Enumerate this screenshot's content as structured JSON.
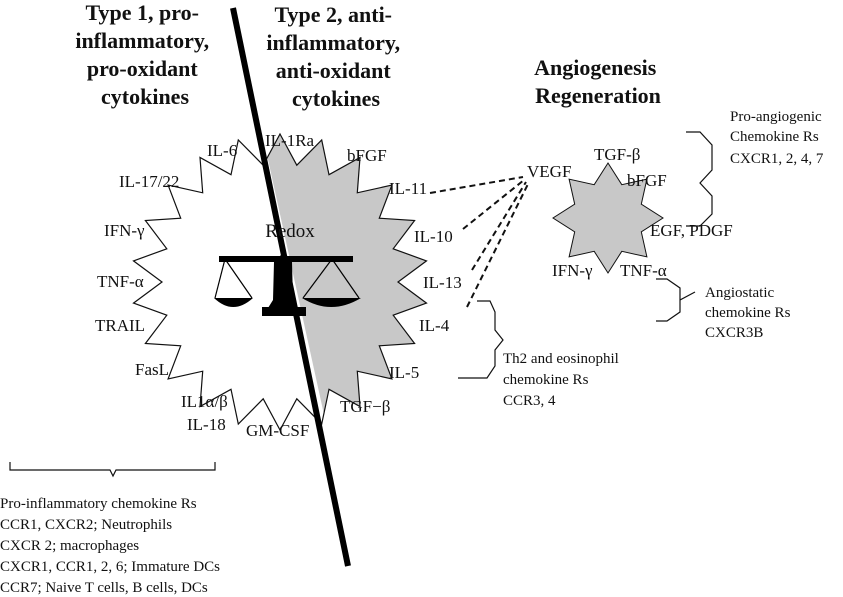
{
  "headers": {
    "type1": [
      "Type 1, pro-",
      "inflammatory,",
      "pro-oxidant",
      "cytokines"
    ],
    "type2": [
      "Type 2, anti-",
      "inflammatory,",
      "anti-oxidant",
      "cytokines"
    ],
    "angio": [
      "Angiogenesis",
      "Regeneration"
    ]
  },
  "center_label": "Redox",
  "type1_cytokines": [
    "IL-6",
    "IL-17/22",
    "IFN-γ",
    "TNF-α",
    "TRAIL",
    "FasL",
    "IL1α/β",
    "IL-18"
  ],
  "type2_cytokines": [
    "IL-1Ra",
    "bFGF",
    "IL-11",
    "IL-10",
    "IL-13",
    "IL-4",
    "IL-5",
    "TGF−β",
    "GM-CSF"
  ],
  "angio_factors": [
    "VEGF",
    "TGF-β",
    "bFGF",
    "EGF, PDGF",
    "IFN-γ",
    "TNF-α"
  ],
  "pro_angiogenic": [
    "Pro-angiogenic",
    "Chemokine Rs",
    "CXCR1, 2, 4, 7"
  ],
  "angiostatic": [
    "Angiostatic",
    "chemokine Rs",
    "CXCR3B"
  ],
  "th2": [
    "Th2 and eosinophil",
    "chemokine Rs",
    "CCR3, 4"
  ],
  "pro_inflammatory": [
    "Pro-inflammatory chemokine Rs",
    "CCR1, CXCR2; Neutrophils",
    "CXCR 2; macrophages",
    "CXCR1, CCR1, 2, 6; Immature DCs",
    "CCR7; Naive T cells, B cells, DCs"
  ],
  "colors": {
    "ink": "#111111",
    "gray_fill": "#c8c8c8",
    "white": "#ffffff"
  }
}
